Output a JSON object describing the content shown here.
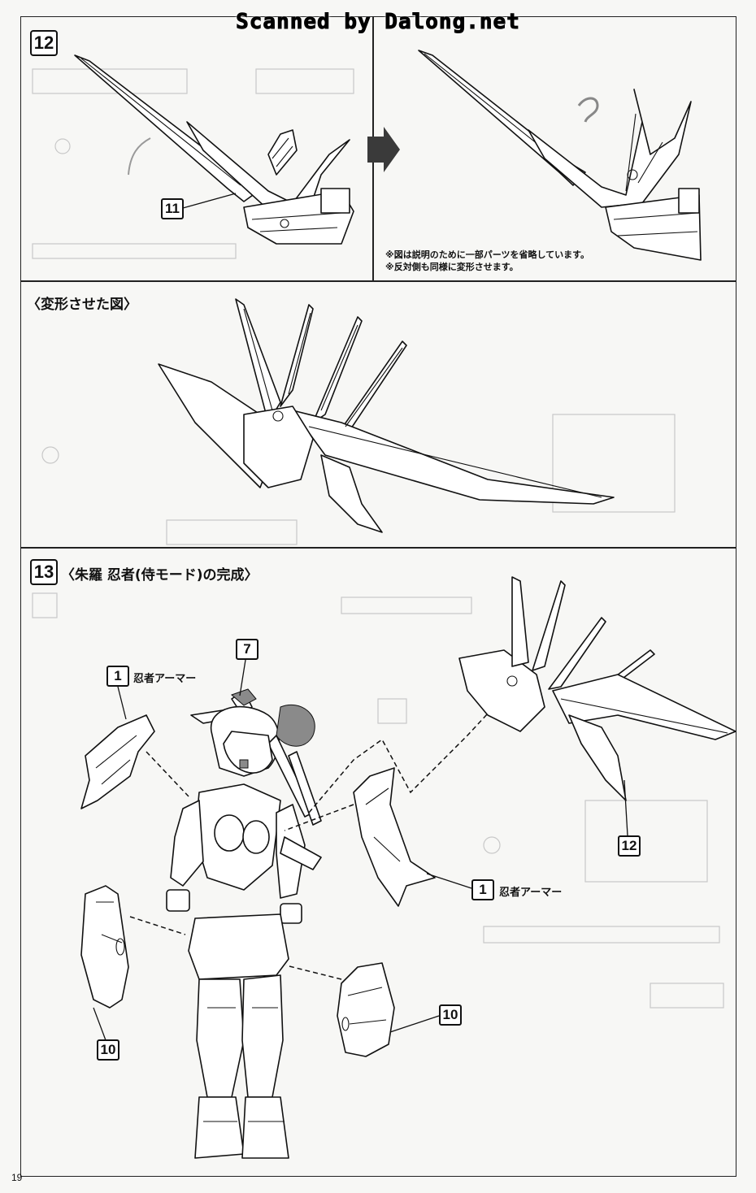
{
  "watermark": "Scanned by Dalong.net",
  "page_number": "19",
  "step12": {
    "number": "12",
    "part_callout": "11",
    "notes": [
      "※図は説明のために一部パーツを省略しています。",
      "※反対側も同様に変形させます。"
    ]
  },
  "transformed": {
    "heading": "〈変形させた図〉"
  },
  "step13": {
    "number": "13",
    "heading": "〈朱羅 忍者(侍モード)の完成〉",
    "callouts": {
      "head_part": "7",
      "armor_left": "1",
      "armor_right": "1",
      "wing_unit": "12",
      "leg_left": "10",
      "leg_right": "10"
    },
    "labels": {
      "armor_left": "忍者アーマー",
      "armor_right": "忍者アーマー"
    }
  },
  "icons": {
    "transform_arrow": "right-arrow-icon",
    "rotate_arrow": "rotate-arrow-icon"
  }
}
